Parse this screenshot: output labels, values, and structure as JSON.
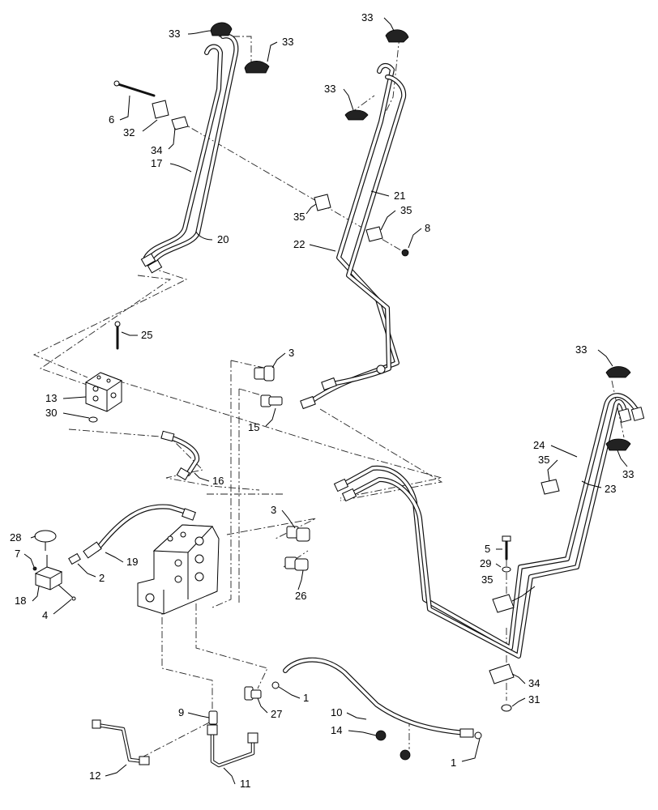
{
  "callouts": [
    {
      "label": "33"
    },
    {
      "label": "33"
    },
    {
      "label": "33"
    },
    {
      "label": "33"
    },
    {
      "label": "6"
    },
    {
      "label": "32"
    },
    {
      "label": "34"
    },
    {
      "label": "17"
    },
    {
      "label": "20"
    },
    {
      "label": "21"
    },
    {
      "label": "35"
    },
    {
      "label": "35"
    },
    {
      "label": "22"
    },
    {
      "label": "8"
    },
    {
      "label": "25"
    },
    {
      "label": "3"
    },
    {
      "label": "13"
    },
    {
      "label": "30"
    },
    {
      "label": "15"
    },
    {
      "label": "16"
    },
    {
      "label": "33"
    },
    {
      "label": "24"
    },
    {
      "label": "35"
    },
    {
      "label": "33"
    },
    {
      "label": "23"
    },
    {
      "label": "3"
    },
    {
      "label": "28"
    },
    {
      "label": "7"
    },
    {
      "label": "19"
    },
    {
      "label": "2"
    },
    {
      "label": "18"
    },
    {
      "label": "4"
    },
    {
      "label": "26"
    },
    {
      "label": "5"
    },
    {
      "label": "29"
    },
    {
      "label": "35"
    },
    {
      "label": "34"
    },
    {
      "label": "31"
    },
    {
      "label": "9"
    },
    {
      "label": "1"
    },
    {
      "label": "27"
    },
    {
      "label": "10"
    },
    {
      "label": "14"
    },
    {
      "label": "1"
    },
    {
      "label": "12"
    },
    {
      "label": "11"
    }
  ]
}
